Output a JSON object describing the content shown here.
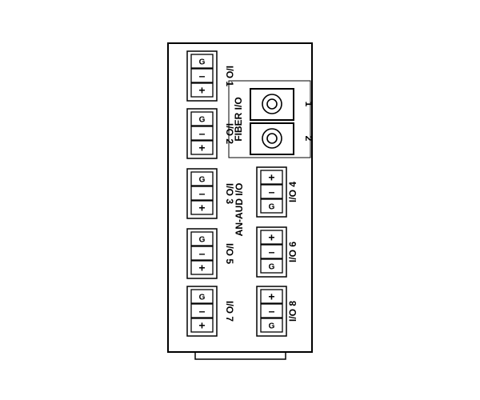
{
  "panel": {
    "section_title": "AN-AUD I/O",
    "fiber": {
      "title": "FIBER I/O",
      "port_labels": [
        "1",
        "2"
      ]
    },
    "connector_pins": {
      "ground": "G",
      "minus": "–",
      "plus": "+"
    },
    "left_connectors": [
      {
        "label": "I/O 1"
      },
      {
        "label": "I/O 2"
      },
      {
        "label": "I/O 3"
      },
      {
        "label": "I/O 5"
      },
      {
        "label": "I/O 7"
      }
    ],
    "right_connectors": [
      {
        "label": "I/O 4"
      },
      {
        "label": "I/O 6"
      },
      {
        "label": "I/O 8"
      }
    ]
  }
}
